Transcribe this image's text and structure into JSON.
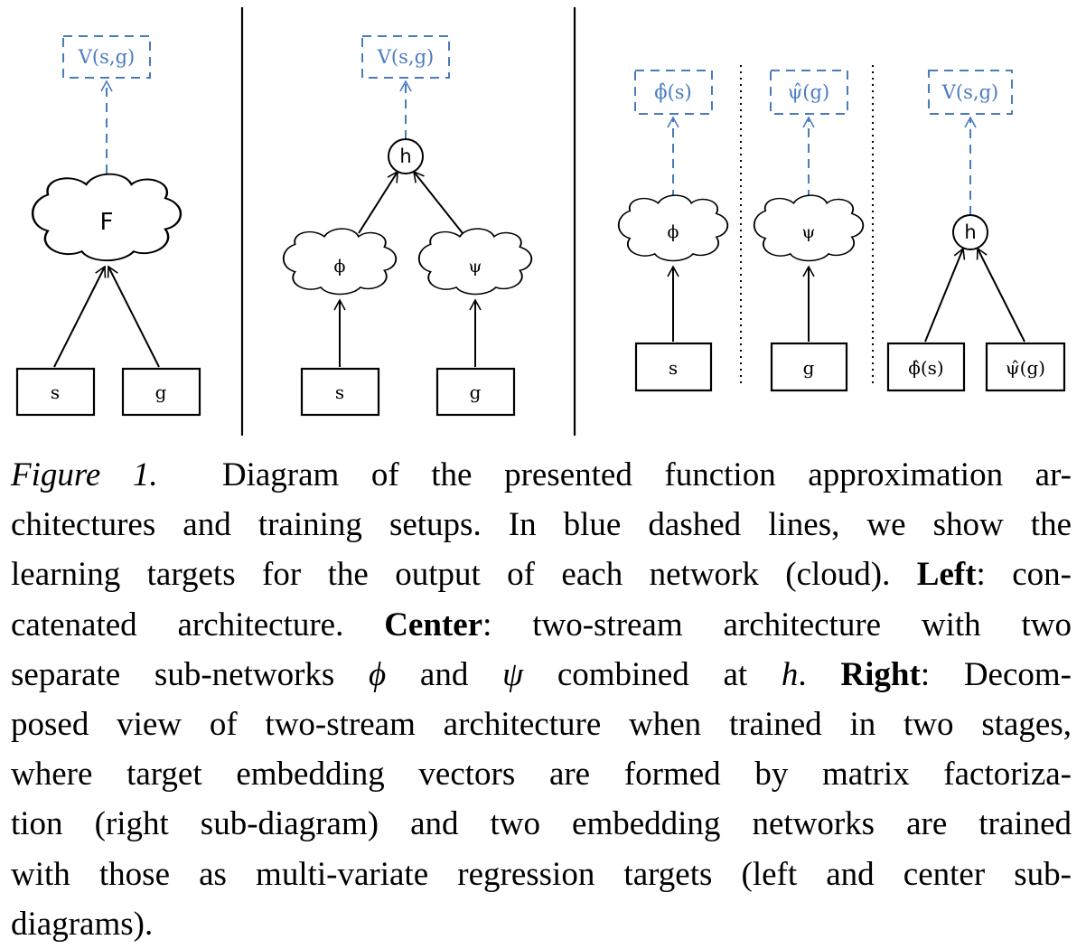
{
  "diagram": {
    "left": {
      "target": "V(s,g)",
      "network": "F",
      "inputs": [
        "s",
        "g"
      ]
    },
    "center": {
      "target": "V(s,g)",
      "combiner": "h",
      "networks": [
        "ϕ",
        "ψ"
      ],
      "inputs": [
        "s",
        "g"
      ]
    },
    "right": {
      "sub_left": {
        "target": "ϕ̂(s)",
        "network": "ϕ",
        "input": "s"
      },
      "sub_center": {
        "target": "ψ̂(g)",
        "network": "ψ",
        "input": "g"
      },
      "sub_right": {
        "target": "V(s,g)",
        "combiner": "h",
        "inputs": [
          "ϕ̂(s)",
          "ψ̂(g)"
        ]
      }
    },
    "colors": {
      "target": "#4a7bbf",
      "structure": "#000000"
    }
  },
  "caption": {
    "label": "Figure 1.",
    "line1": "Diagram of the presented function approximation ar-",
    "line2": "chitectures and training setups. In blue dashed lines, we show the",
    "line3_a": "learning targets for the output of each network (cloud). ",
    "line3_bold": "Left",
    "line3_b": ": con-",
    "line4_a": "catenated architecture. ",
    "line4_bold": "Center",
    "line4_b": ": two-stream architecture with two",
    "line5_a": "separate sub-networks ",
    "line5_phi": "ϕ",
    "line5_b": " and ",
    "line5_psi": "ψ",
    "line5_c": " combined at ",
    "line5_h": "h",
    "line5_d": ". ",
    "line5_bold": "Right",
    "line5_e": ": Decom-",
    "line6": "posed view of two-stream architecture when trained in two stages,",
    "line7": "where target embedding vectors are formed by matrix factoriza-",
    "line8": "tion (right sub-diagram) and two embedding networks are trained",
    "line9": "with those as multi-variate regression targets (left and center sub-",
    "line10": "diagrams)."
  }
}
